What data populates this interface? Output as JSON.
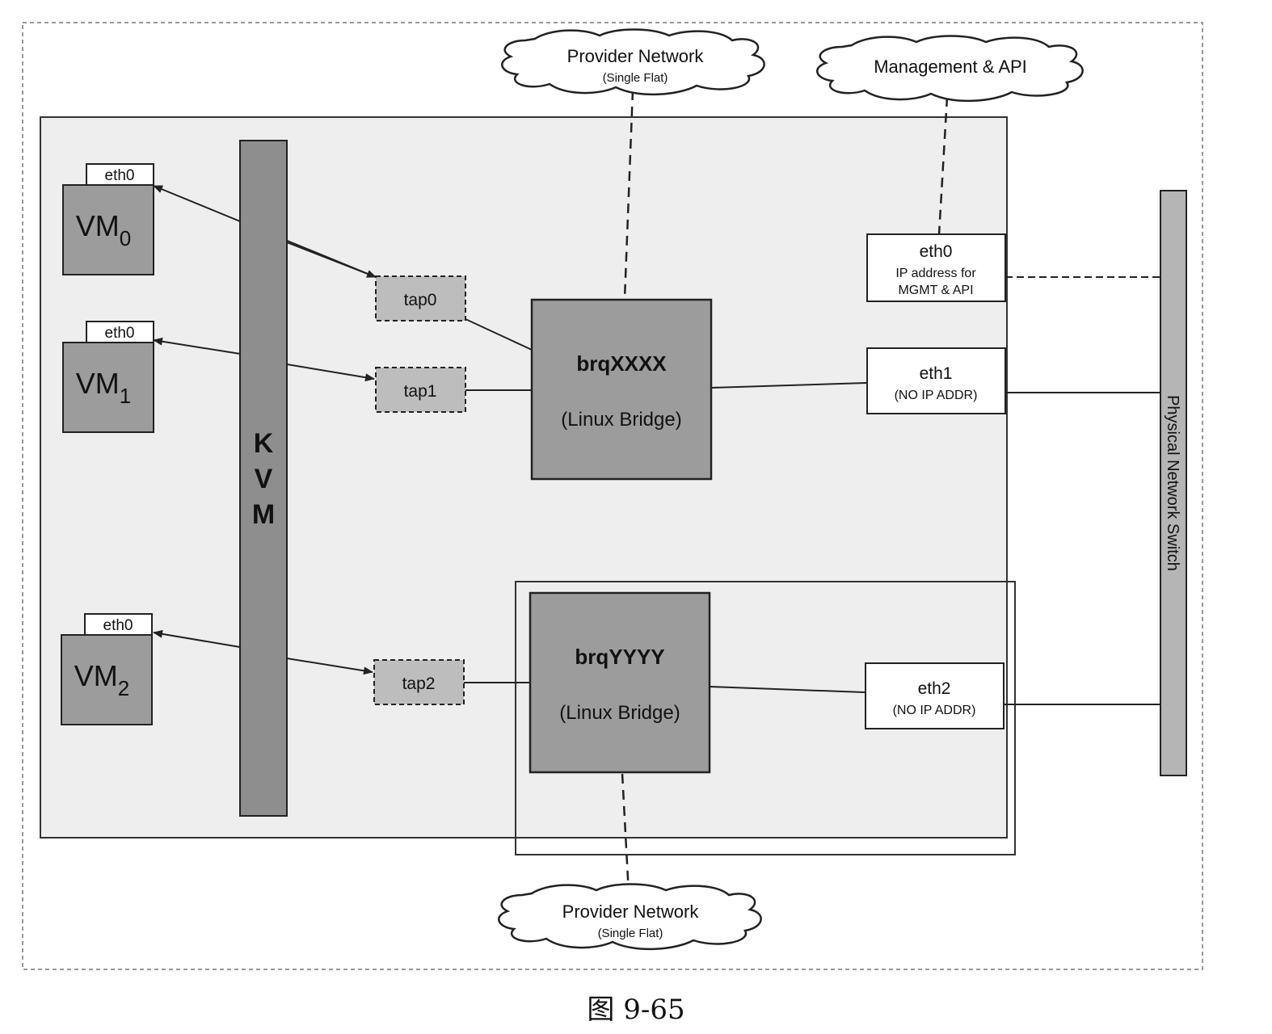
{
  "clouds": {
    "provider_top": {
      "title": "Provider Network",
      "subtitle": "(Single Flat)"
    },
    "management": {
      "title": "Management & API"
    },
    "provider_bottom": {
      "title": "Provider Network",
      "subtitle": "(Single Flat)"
    }
  },
  "vms": [
    {
      "nic": "eth0",
      "name": "VM",
      "index": "0"
    },
    {
      "nic": "eth0",
      "name": "VM",
      "index": "1"
    },
    {
      "nic": "eth0",
      "name": "VM",
      "index": "2"
    }
  ],
  "hypervisor": {
    "letters": [
      "K",
      "V",
      "M"
    ]
  },
  "taps": [
    "tap0",
    "tap1",
    "tap2"
  ],
  "bridges": [
    {
      "name": "brqXXXX",
      "type": "(Linux Bridge)"
    },
    {
      "name": "brqYYYY",
      "type": "(Linux Bridge)"
    }
  ],
  "host_nics": {
    "eth0": {
      "name": "eth0",
      "line1": "IP address for",
      "line2": "MGMT & API"
    },
    "eth1": {
      "name": "eth1",
      "note": "(NO IP ADDR)"
    },
    "eth2": {
      "name": "eth2",
      "note": "(NO IP ADDR)"
    }
  },
  "physical_switch": {
    "label": "Physical Network Switch"
  },
  "caption": "图 9-65",
  "colors": {
    "node_gray": "#9c9c9c",
    "host_bg": "#eeeeee",
    "switch_gray": "#b5b5b5",
    "line": "#222222"
  }
}
